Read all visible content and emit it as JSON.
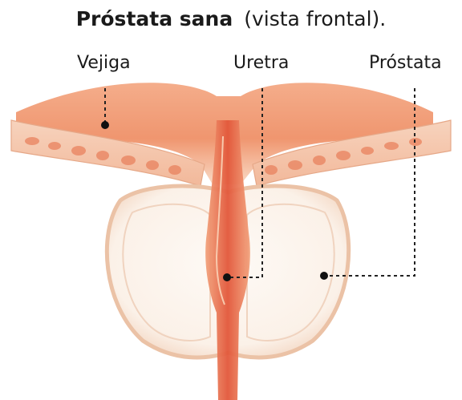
{
  "diagram": {
    "title_bold": "Próstata sana",
    "title_normal": "(vista frontal).",
    "labels": {
      "vejiga": "Vejiga",
      "uretra": "Uretra",
      "prostata": "Próstata"
    },
    "colors": {
      "bladder": "#e8784c",
      "bladder_light": "#f6c9a8",
      "urethra": "#e2573a",
      "prostate_outline": "#e9bfa3",
      "prostate_fill": "#fbf4ee",
      "leader": "#222222"
    }
  }
}
